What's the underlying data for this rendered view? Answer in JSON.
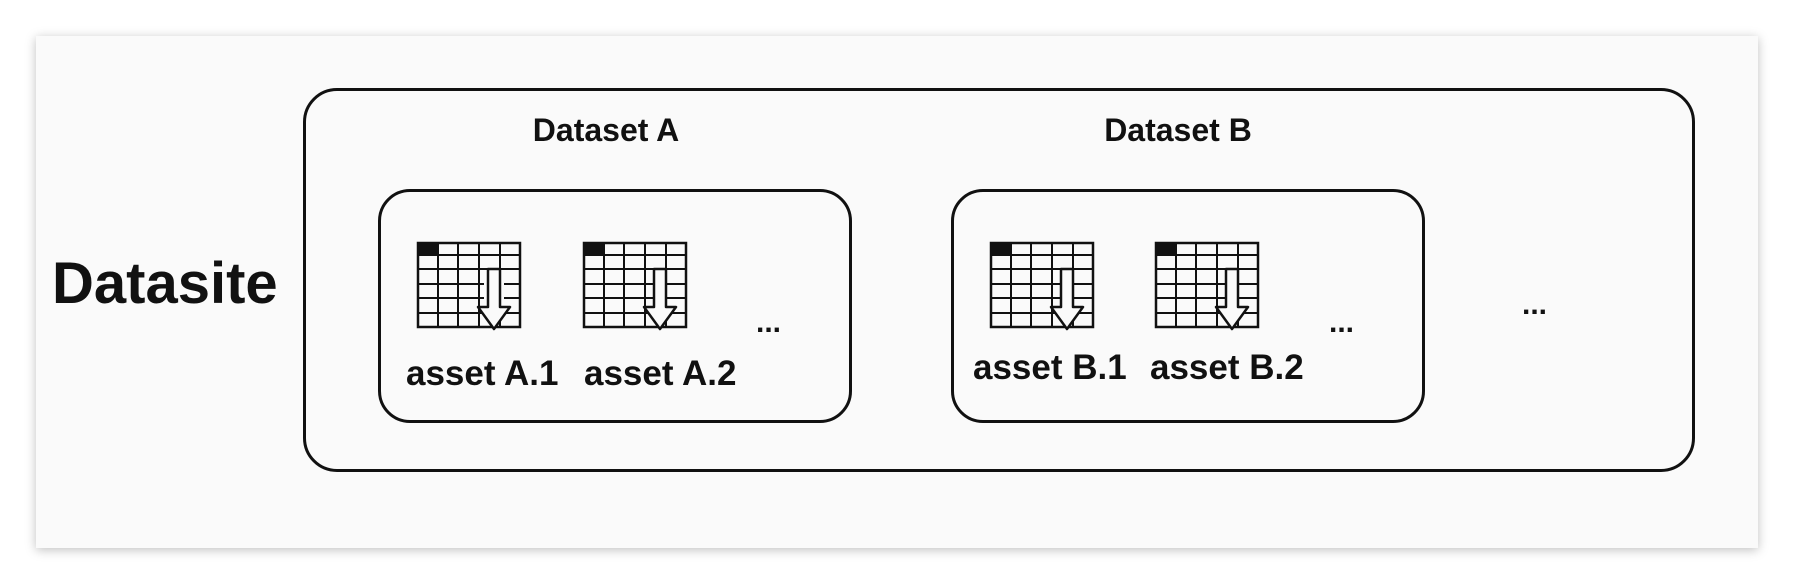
{
  "datasite": {
    "label": "Datasite",
    "more_datasets": "..."
  },
  "datasets": [
    {
      "title": "Dataset A",
      "assets": [
        {
          "label": "asset A.1",
          "icon": "table-download-icon"
        },
        {
          "label": "asset A.2",
          "icon": "table-download-icon"
        }
      ],
      "more_assets": "..."
    },
    {
      "title": "Dataset B",
      "assets": [
        {
          "label": "asset B.1",
          "icon": "table-download-icon"
        },
        {
          "label": "asset B.2",
          "icon": "table-download-icon"
        }
      ],
      "more_assets": "..."
    }
  ],
  "colors": {
    "stroke": "#111111",
    "background": "#fafafa"
  }
}
